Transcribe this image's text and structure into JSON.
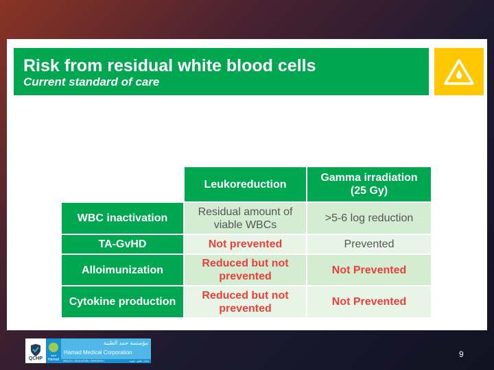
{
  "header": {
    "title": "Risk from residual white blood cells",
    "subtitle": "Current standard of care",
    "icon": "warning-drop-icon",
    "accent": "#00a650",
    "icon_bg": "#ffc800"
  },
  "table": {
    "columns": [
      "Leukoreduction",
      "Gamma irradiation (25 Gy)"
    ],
    "rows": [
      {
        "label": "WBC inactivation",
        "cells": [
          "Residual amount of viable WBCs",
          ">5-6 log reduction"
        ]
      },
      {
        "label": "TA-GvHD",
        "cells": [
          "Not prevented",
          "Prevented"
        ]
      },
      {
        "label": "Alloimunization",
        "cells": [
          "Reduced but not prevented",
          "Not Prevented"
        ]
      },
      {
        "label": "Cytokine production",
        "cells": [
          "Reduced but not prevented",
          "Not Prevented"
        ]
      }
    ]
  },
  "footer": {
    "page_number": "9",
    "logo": {
      "qchp": "QCHP",
      "hamad_ar": "حمد",
      "hamad": "Hamad",
      "arabic_name": "مؤسسة حمد الطبية",
      "name": "Hamad Medical Corporation",
      "tagline": "HEALTH • EDUCATION • RESEARCH",
      "tagline_ar": "صحة - تعليم - بحوث"
    }
  }
}
